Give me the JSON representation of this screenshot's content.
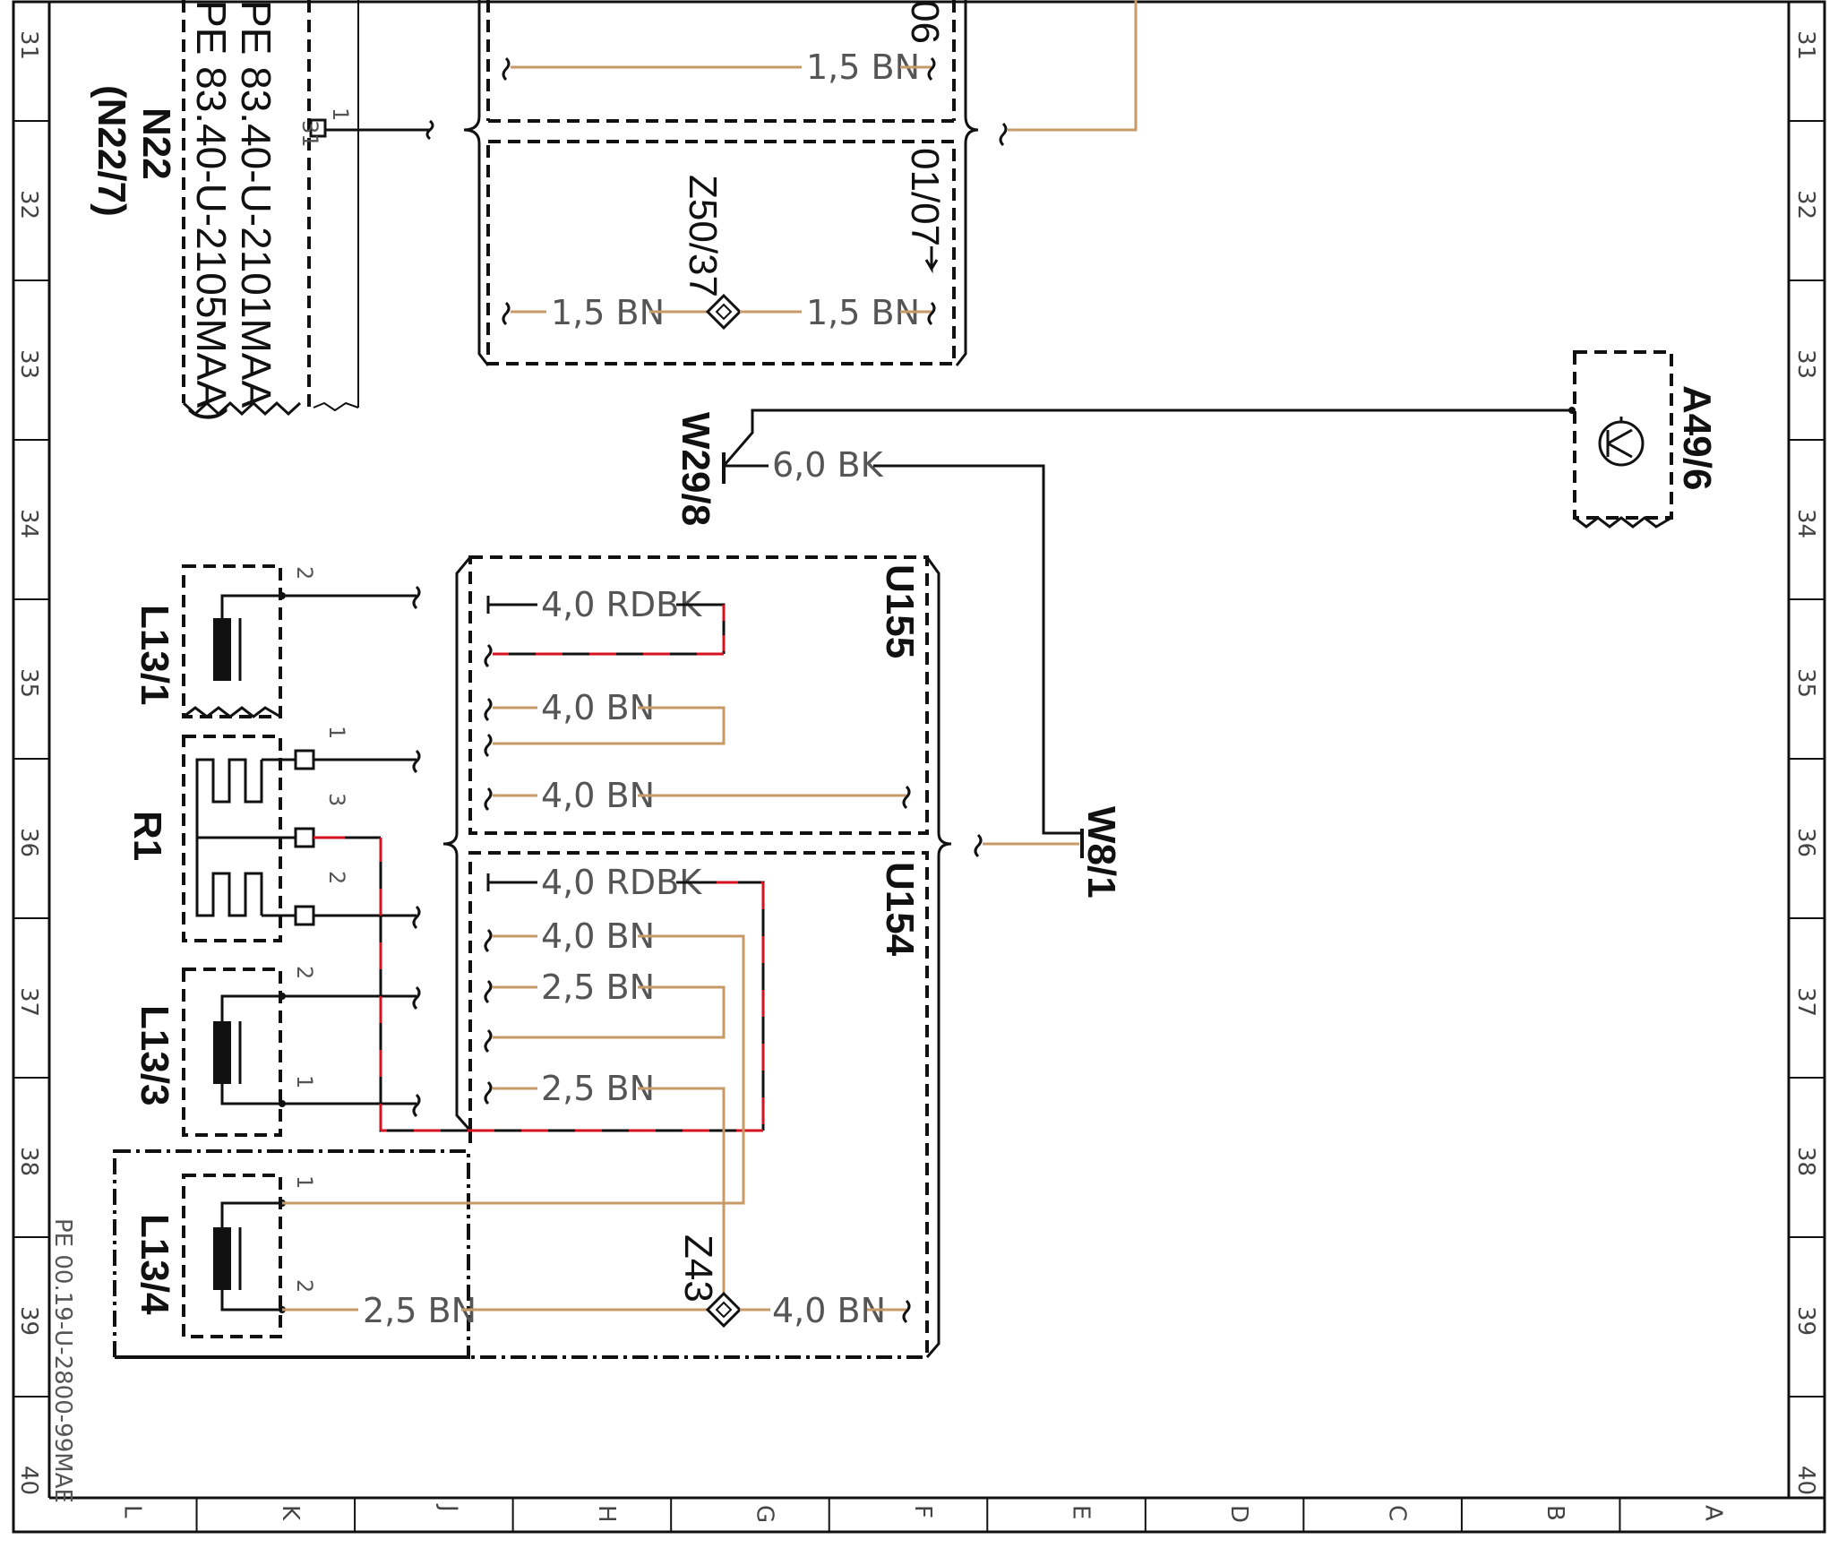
{
  "grid": {
    "rows": [
      "31",
      "32",
      "33",
      "34",
      "35",
      "36",
      "37",
      "38",
      "39",
      "40"
    ],
    "cols": [
      "L",
      "K",
      "J",
      "H",
      "G",
      "F",
      "E",
      "D",
      "C",
      "B",
      "A"
    ]
  },
  "components": {
    "n22_line1": "PE 83.40-U-2101MAA",
    "n22_line2": "PE 83.40-U-2105MAA)",
    "n22_name": "N22",
    "n22_alt": "(N22/7)",
    "z50": "Z50/37",
    "ref_0107": "01/07",
    "ref_06": "06",
    "w29": "W29/8",
    "a49": "A49/6",
    "u155": "U155",
    "u154": "U154",
    "w8": "W8/1",
    "l13_1": "L13/1",
    "r1": "R1",
    "l13_3": "L13/3",
    "l13_4": "L13/4",
    "z43": "Z43",
    "doc_ref": "PE 00.19-U-2800-99MAE"
  },
  "pins": {
    "n22_1": "1",
    "n22_31": "31",
    "l131_2": "2",
    "r1_1": "1",
    "r1_3": "3",
    "r1_2": "2",
    "l133_2": "2",
    "l133_1": "1",
    "l134_1": "1",
    "l134_2": "2"
  },
  "wires": {
    "w_top": "1,5 BN",
    "w_z50_left": "1,5 BN",
    "w_z50_right": "1,5 BN",
    "w_bk": "6,0 BK",
    "w_u155_1": "4,0 RDBK",
    "w_u155_2": "4,0 BN",
    "w_u155_3": "4,0 BN",
    "w_u154_1": "4,0 RDBK",
    "w_u154_2": "4,0 BN",
    "w_u154_3": "2,5 BN",
    "w_u154_4": "2,5 BN",
    "w_l134": "2,5 BN",
    "w_z43": "4,0 BN"
  },
  "colors": {
    "black_wire": "#111111",
    "brown_wire": "#c79a68",
    "red_stripe": "#d7121f"
  }
}
